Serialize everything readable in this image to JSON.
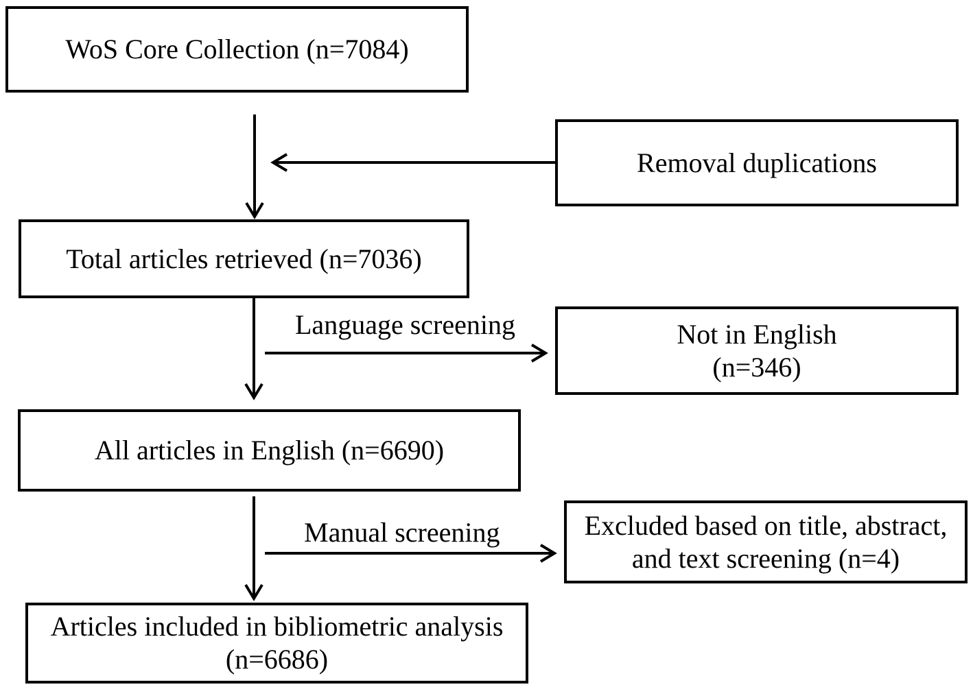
{
  "boxes": {
    "wos": {
      "line1": "WoS Core Collection (n=7084)"
    },
    "removal": {
      "line1": "Removal duplications"
    },
    "total": {
      "line1": "Total articles retrieved (n=7036)"
    },
    "not_english": {
      "line1": "Not in English",
      "line2": "(n=346)"
    },
    "english": {
      "line1": "All articles in English (n=6690)"
    },
    "excluded": {
      "line1": "Excluded based on title, abstract,",
      "line2": "and text screening (n=4)"
    },
    "included": {
      "line1": "Articles included in bibliometric analysis",
      "line2": "(n=6686)"
    }
  },
  "labels": {
    "language": "Language screening",
    "manual": "Manual screening"
  }
}
